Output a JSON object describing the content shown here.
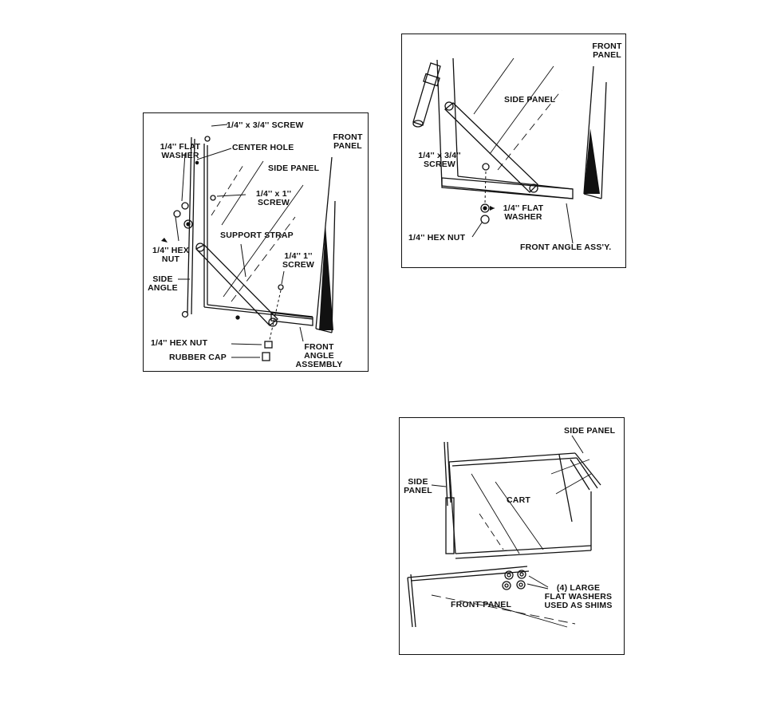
{
  "figure1": {
    "screw_34": "1/4'' x 3/4'' SCREW",
    "flat_washer_1": "1/4'' FLAT",
    "flat_washer_2": "WASHER",
    "center_hole": "CENTER HOLE",
    "front_panel_1": "FRONT",
    "front_panel_2": "PANEL",
    "side_panel": "SIDE PANEL",
    "screw_1_a1": "1/4'' x 1''",
    "screw_1_a2": "SCREW",
    "hex_nut_side_1": "1/4'' HEX",
    "hex_nut_side_2": "NUT",
    "support_strap": "SUPPORT STRAP",
    "screw_1_b1": "1/4'' 1''",
    "screw_1_b2": "SCREW",
    "side_angle_1": "SIDE",
    "side_angle_2": "ANGLE",
    "hex_nut_bottom": "1/4'' HEX NUT",
    "rubber_cap": "RUBBER CAP",
    "front_angle_1": "FRONT",
    "front_angle_2": "ANGLE",
    "front_angle_3": "ASSEMBLY"
  },
  "figure2": {
    "front_panel_1": "FRONT",
    "front_panel_2": "PANEL",
    "side_panel": "SIDE PANEL",
    "screw_34_1": "1/4'' x 3/4''",
    "screw_34_2": "SCREW",
    "flat_washer_1": "1/4'' FLAT",
    "flat_washer_2": "WASHER",
    "hex_nut": "1/4'' HEX NUT",
    "front_angle": "FRONT ANGLE ASS'Y."
  },
  "figure3": {
    "side_panel_right": "SIDE PANEL",
    "side_panel_left_1": "SIDE",
    "side_panel_left_2": "PANEL",
    "cart": "CART",
    "shims_1": "(4) LARGE",
    "shims_2": "FLAT WASHERS",
    "shims_3": "USED AS SHIMS",
    "front_panel": "FRONT PANEL"
  }
}
